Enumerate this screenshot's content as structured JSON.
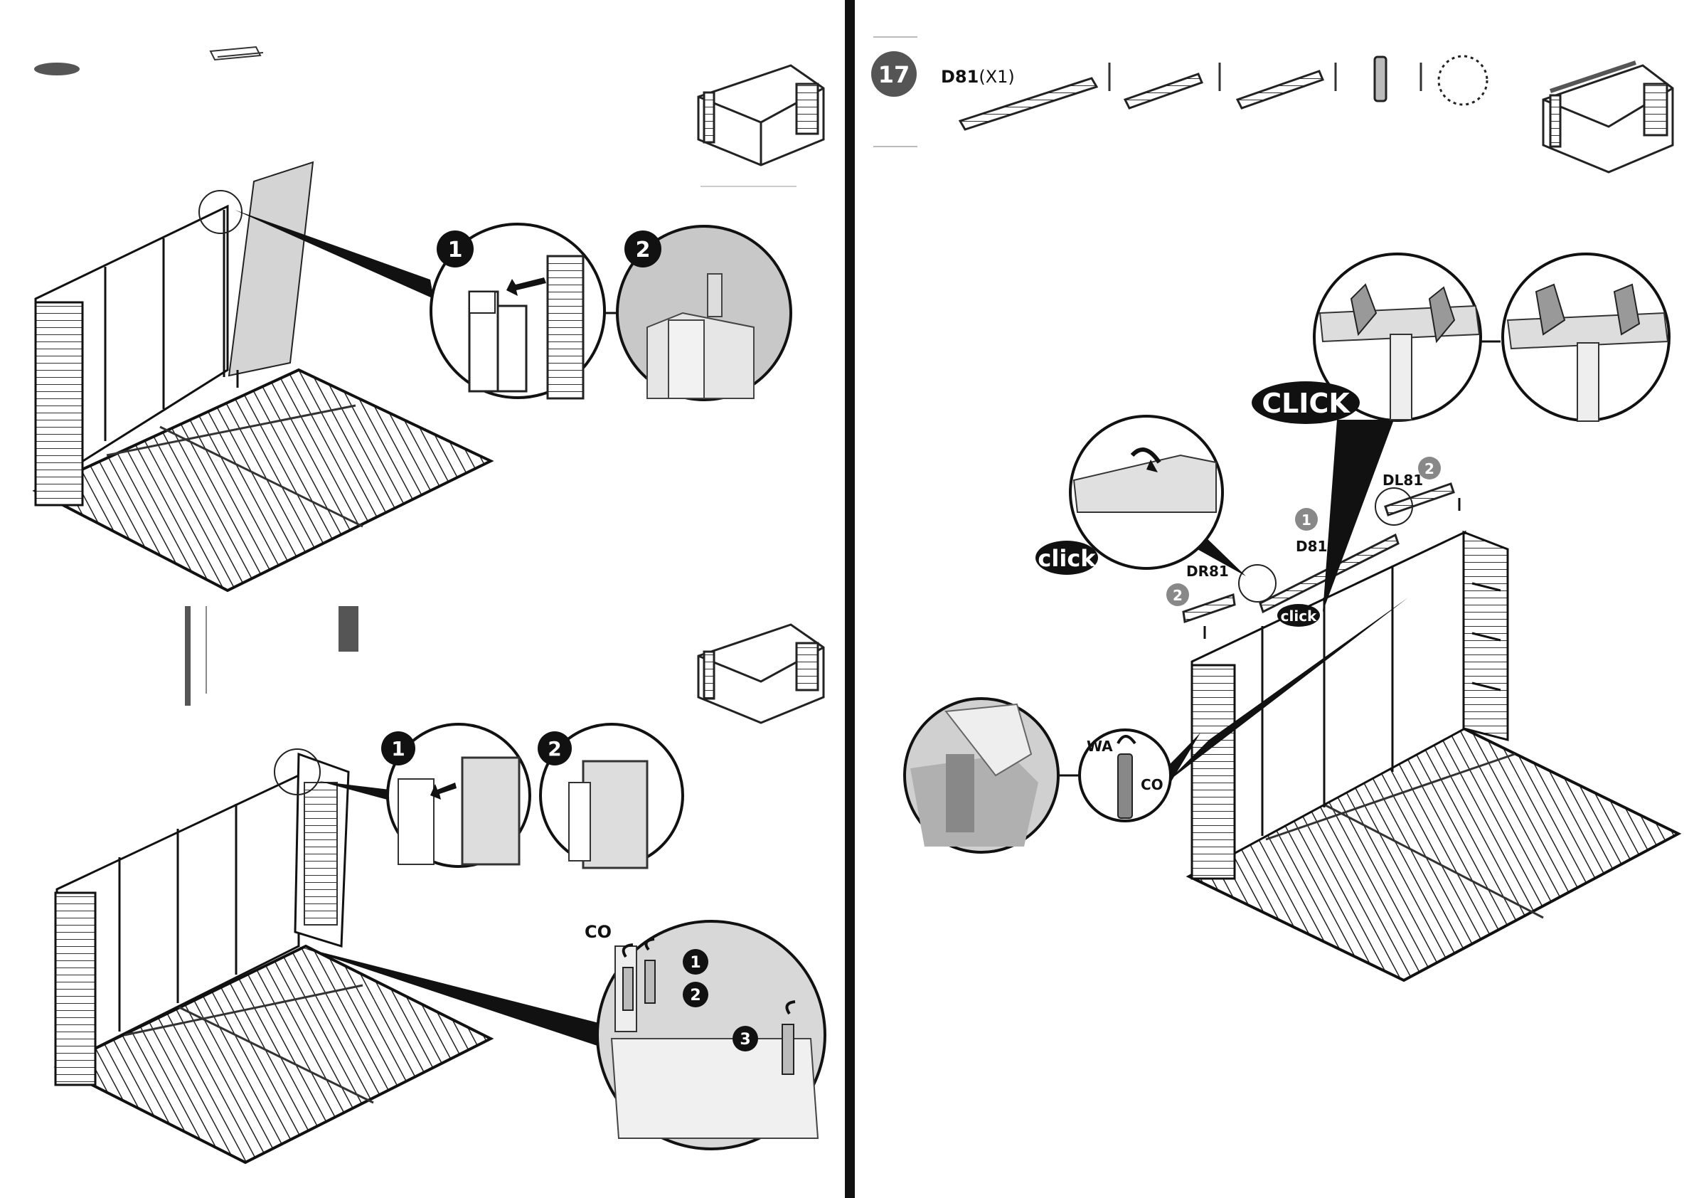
{
  "page": {
    "background": "#ffffff",
    "ink": "#111111",
    "panel_gray": "#d9d9d9",
    "divider": "#111111"
  },
  "left_page": {
    "top_step": {
      "callouts": [
        "1",
        "2"
      ]
    },
    "bottom_step": {
      "callouts": [
        "1",
        "2"
      ],
      "screw_detail": {
        "label": "CO",
        "callouts": [
          "1",
          "2",
          "3"
        ]
      }
    }
  },
  "right_page": {
    "step_number": "17",
    "part_label": "D81",
    "part_qty": "(X1)",
    "labels": {
      "click_big": "CLICK",
      "click_small": "click",
      "click_tiny": "click",
      "dl81": "DL81",
      "d81": "D81",
      "dr81": "DR81",
      "wa": "WA",
      "co": "CO"
    },
    "callouts": {
      "dl81": "2",
      "d81": "1",
      "dr81": "2"
    }
  }
}
